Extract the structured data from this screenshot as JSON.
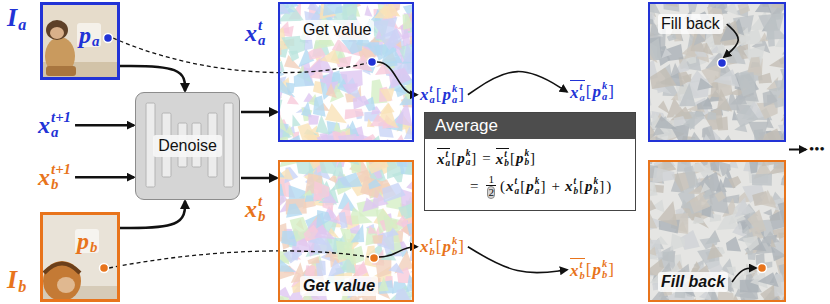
{
  "diagram": {
    "nodes": [
      {
        "text": [
          "I",
          "a",
          "p",
          "a"
        ]
      },
      {
        "text": [
          "Denoise"
        ]
      },
      {
        "text": [
          "I",
          "b",
          "p",
          "b"
        ]
      },
      {
        "text": [
          "x",
          "a",
          "t",
          "Get value"
        ]
      },
      {
        "text": [
          "x",
          "b",
          "t",
          "Get value"
        ]
      },
      {
        "text": [
          "Average",
          "x",
          "a",
          "t",
          "[",
          "p",
          "a",
          "k",
          "]",
          "=",
          "x",
          "b",
          "t",
          "[",
          "p",
          "b",
          "k",
          "]",
          "=",
          "1",
          "2",
          "(",
          "x",
          "a",
          "t",
          "[",
          "p",
          "a",
          "k",
          "]",
          "+",
          "x",
          "b",
          "t",
          "[",
          "p",
          "b",
          "k",
          "]",
          ")"
        ]
      },
      {
        "text": [
          "Fill back"
        ]
      },
      {
        "text": [
          "Fill back"
        ]
      }
    ],
    "edges": [
      {
        "from": 0,
        "to": 1,
        "arrow": "to"
      },
      {
        "from": 2,
        "to": 1,
        "arrow": "to"
      },
      {
        "from": 1,
        "to": 3,
        "arrow": "to"
      },
      {
        "from": 1,
        "to": 4,
        "arrow": "to"
      }
    ],
    "labels": [
      "x",
      "a",
      "t+1",
      "x",
      "b",
      "t+1",
      "x",
      "a",
      "t",
      "[",
      "p",
      "a",
      "k",
      "]",
      "x",
      "b",
      "t",
      "[",
      "p",
      "b",
      "k",
      "]",
      "x",
      "a",
      "t",
      "[",
      "p",
      "a",
      "k",
      "]",
      "x",
      "b",
      "t",
      "[",
      "p",
      "b",
      "k",
      "]",
      "•••"
    ]
  }
}
